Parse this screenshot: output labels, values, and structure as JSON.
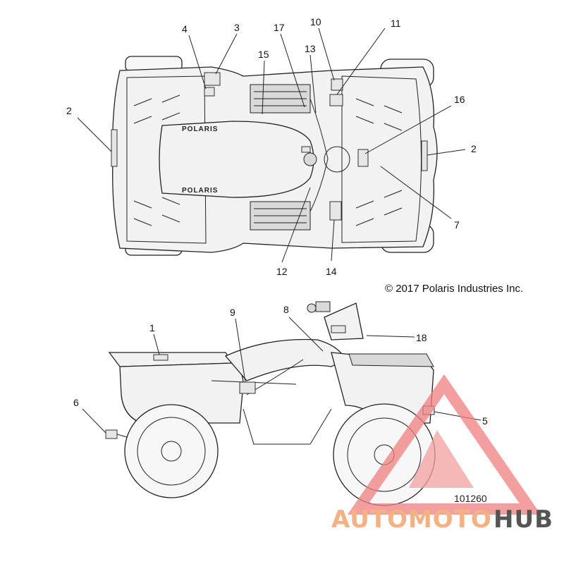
{
  "diagram": {
    "callouts_top": {
      "c2_left": "2",
      "c4": "4",
      "c3": "3",
      "c17": "17",
      "c15": "15",
      "c13": "13",
      "c10": "10",
      "c11": "11",
      "c16": "16",
      "c2_right": "2",
      "c7": "7",
      "c12": "12",
      "c14": "14"
    },
    "callouts_side": {
      "c1": "1",
      "c9": "9",
      "c8": "8",
      "c18": "18",
      "c6": "6",
      "c5": "5"
    },
    "brand_text": "POLARIS",
    "copyright": "© 2017 Polaris Industries Inc.",
    "figure_number": "101260"
  },
  "watermark": {
    "part1": "AUTOMOTO",
    "part2": "HUB",
    "color_primary": "#f4b183",
    "color_secondary": "#555555",
    "triangle_color": "#f08080"
  }
}
